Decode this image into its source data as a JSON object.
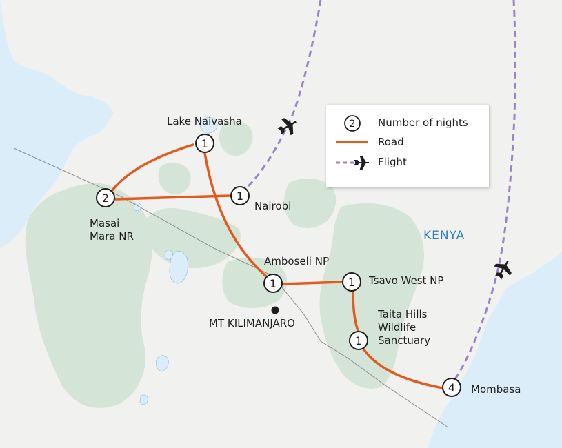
{
  "legend": {
    "nights_sample": "2",
    "nights_label": "Number of nights",
    "road_label": "Road",
    "flight_label": "Flight"
  },
  "country": "KENYA",
  "landmark": "MT KILIMANJARO",
  "stops": [
    {
      "name": "Lake Naivasha",
      "nights": "1"
    },
    {
      "name": "Masai\nMara NR",
      "nights": "2"
    },
    {
      "name": "Nairobi",
      "nights": "1"
    },
    {
      "name": "Amboseli NP",
      "nights": "1"
    },
    {
      "name": "Tsavo West NP",
      "nights": "1"
    },
    {
      "name": "Taita Hills\nWildlife\nSanctuary",
      "nights": "1"
    },
    {
      "name": "Mombasa",
      "nights": "4"
    }
  ],
  "colors": {
    "land": "#f1f1ef",
    "park": "#d4e4d6",
    "water": "#dbedf9",
    "road": "#e35a1c",
    "flight": "#9b86c5",
    "border": "#8c8c8c",
    "country_text": "#2a7cc0"
  }
}
